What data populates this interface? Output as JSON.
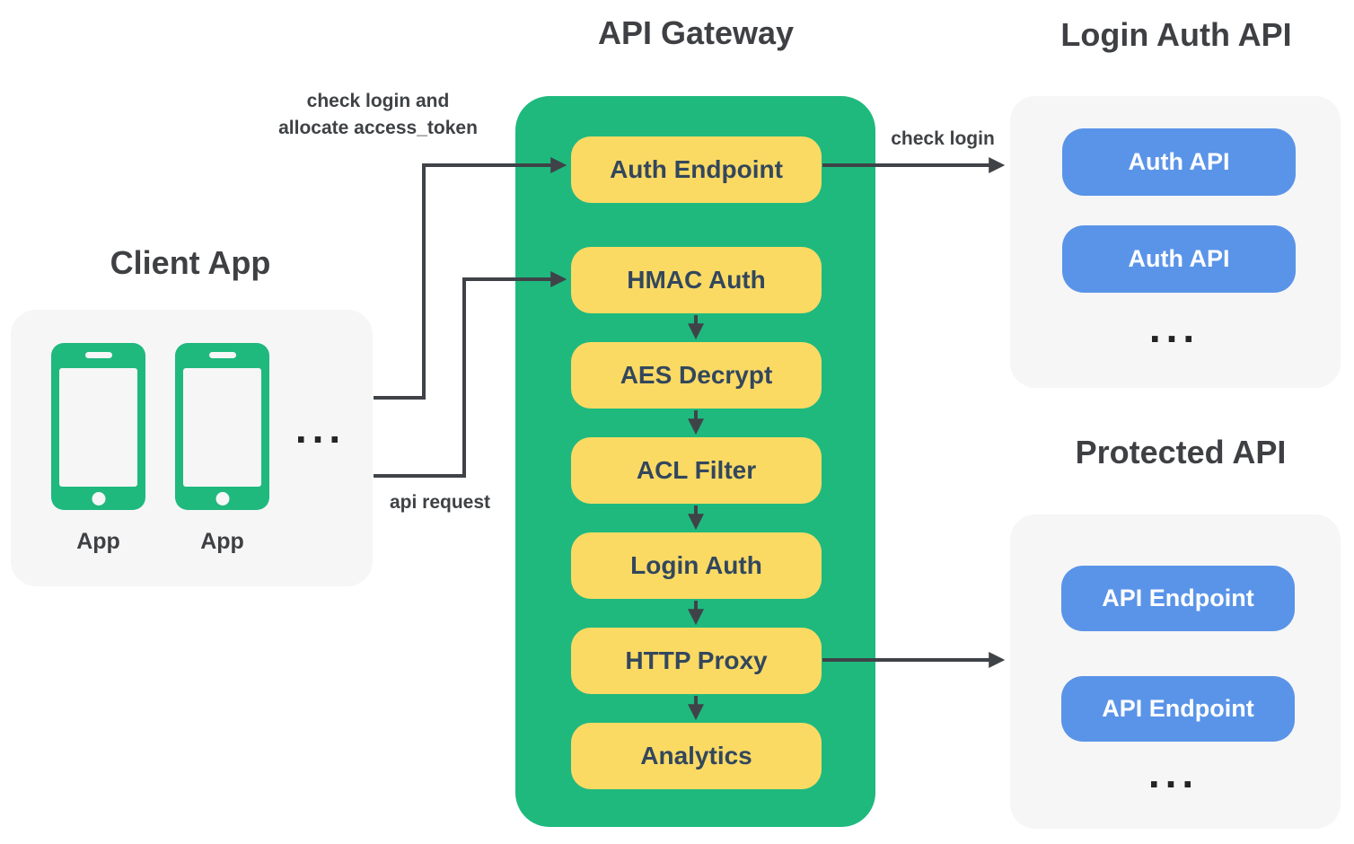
{
  "colors": {
    "gateway_green": "#1FB97E",
    "node_yellow": "#FBDA64",
    "node_text_navy": "#33475C",
    "service_blue": "#5A94E8",
    "panel_gray": "#F6F6F7",
    "heading_gray": "#3E4043",
    "arrow_gray": "#3F4348"
  },
  "client": {
    "title": "Client App",
    "apps": [
      {
        "label": "App"
      },
      {
        "label": "App"
      }
    ],
    "more": "..."
  },
  "gateway": {
    "title": "API Gateway",
    "nodes": [
      {
        "label": "Auth Endpoint"
      },
      {
        "label": "HMAC Auth"
      },
      {
        "label": "AES Decrypt"
      },
      {
        "label": "ACL Filter"
      },
      {
        "label": "Login Auth"
      },
      {
        "label": "HTTP Proxy"
      },
      {
        "label": "Analytics"
      }
    ]
  },
  "login_auth_api": {
    "title": "Login Auth API",
    "services": [
      {
        "label": "Auth API"
      },
      {
        "label": "Auth API"
      }
    ],
    "more": "..."
  },
  "protected_api": {
    "title": "Protected API",
    "services": [
      {
        "label": "API Endpoint"
      },
      {
        "label": "API Endpoint"
      }
    ],
    "more": "..."
  },
  "edge_labels": {
    "client_to_auth_line1": "check login and",
    "client_to_auth_line2": "allocate access_token",
    "client_to_hmac": "api request",
    "auth_to_login_api": "check login"
  }
}
